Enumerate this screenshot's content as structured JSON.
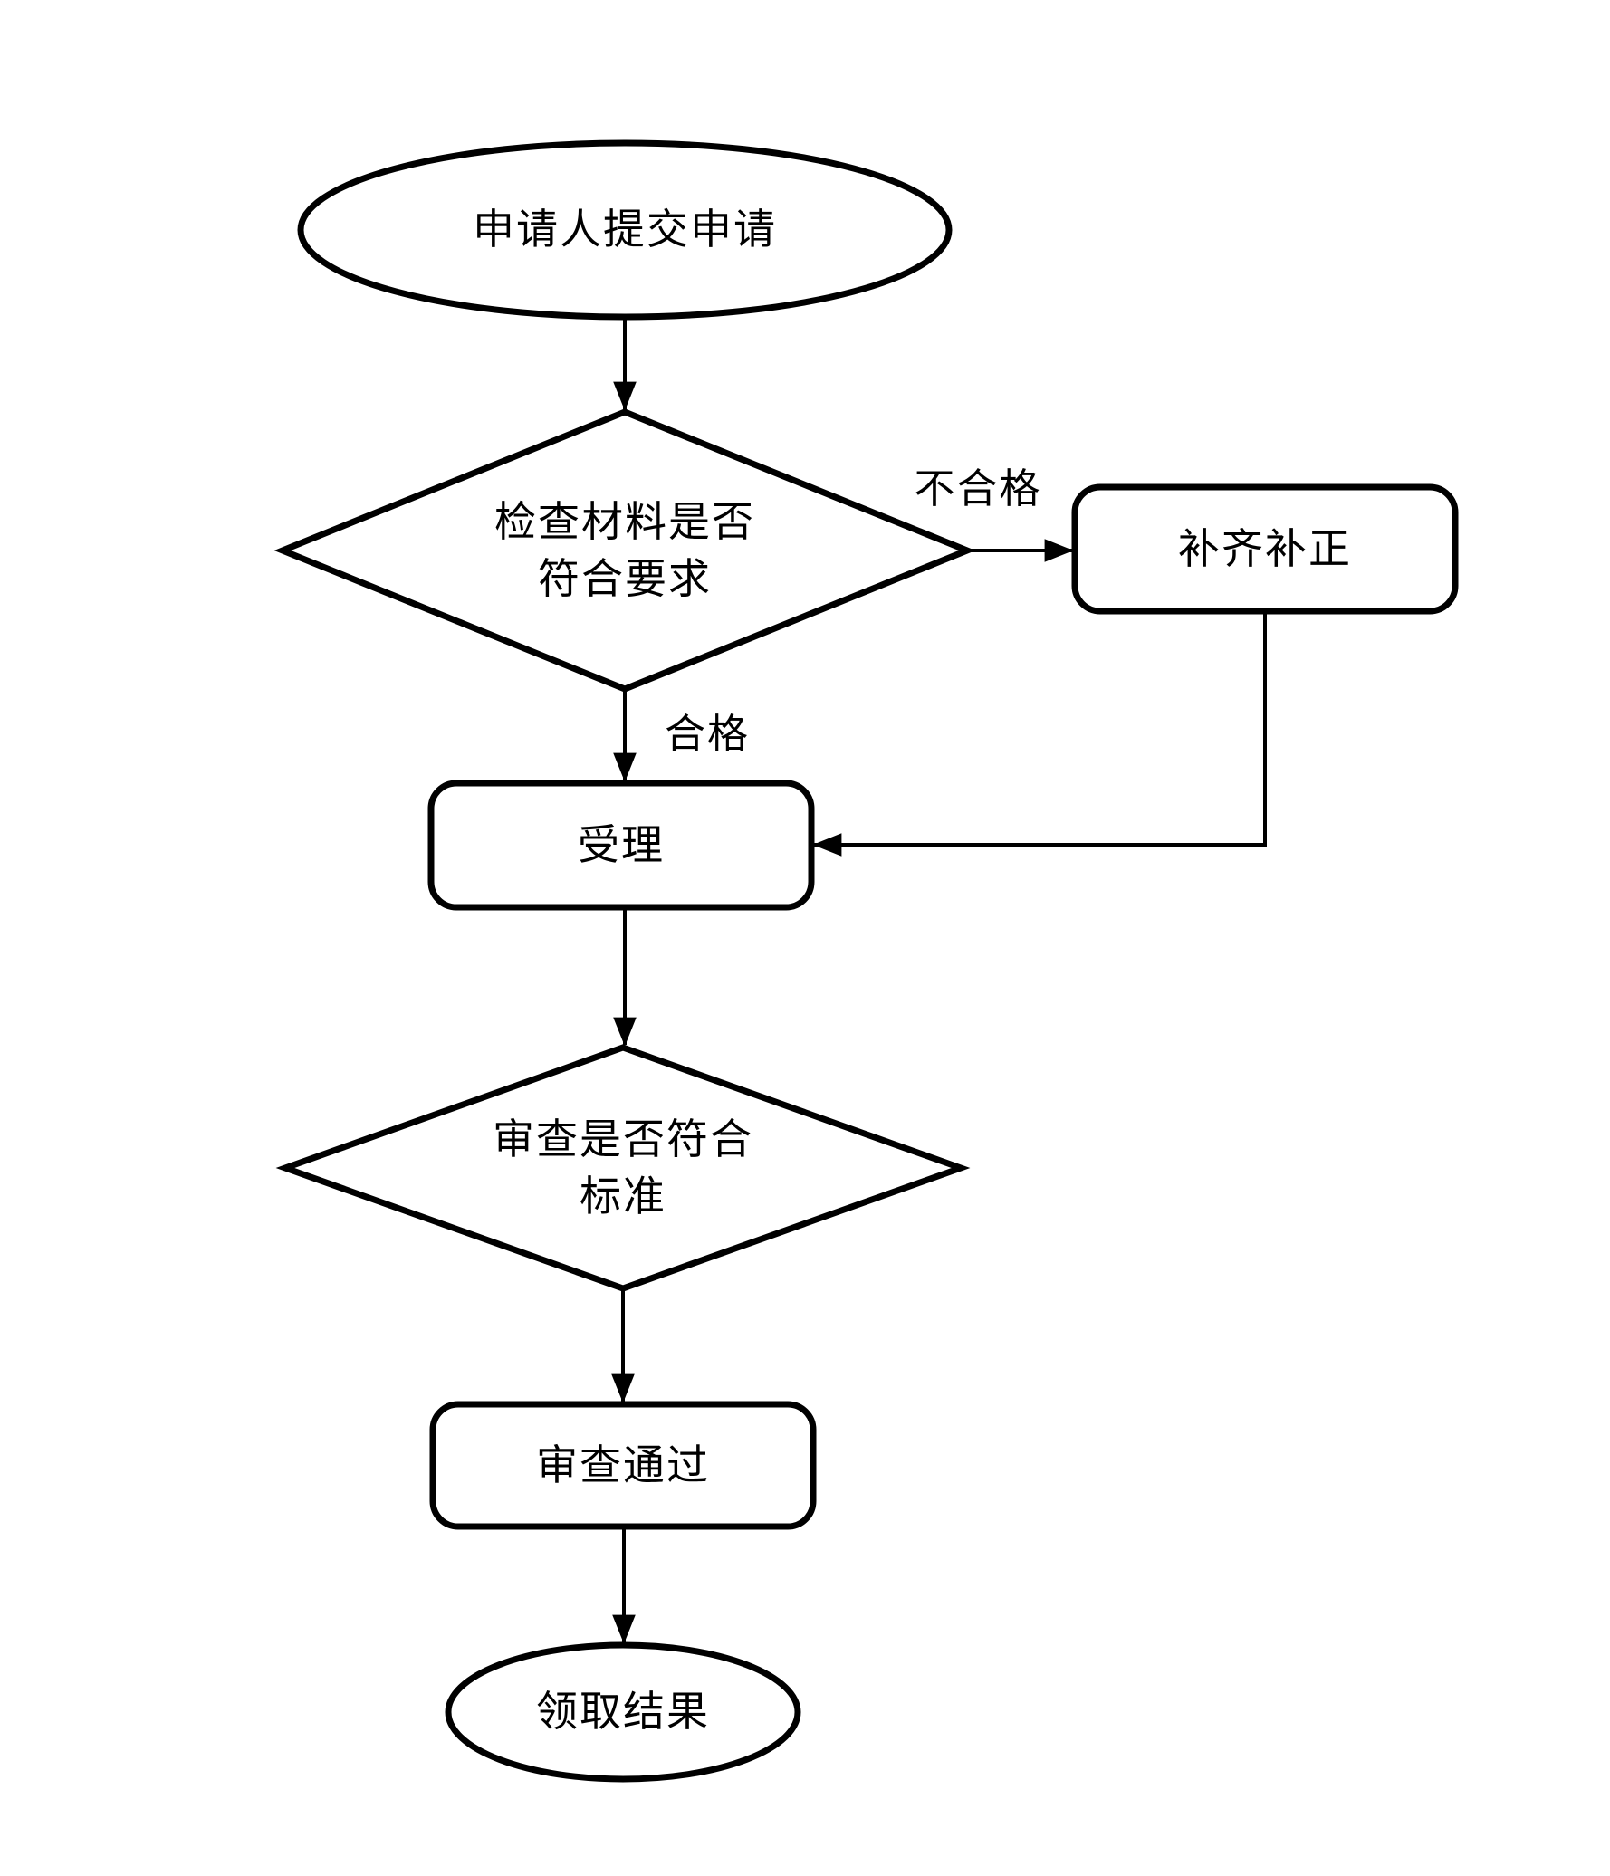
{
  "diagram": {
    "type": "flowchart",
    "background_color": "#ffffff",
    "line_color": "#000000",
    "nodes": {
      "start": {
        "shape": "ellipse",
        "label": "申请人提交申请"
      },
      "check": {
        "shape": "diamond",
        "label": "检查材料是否\n符合要求"
      },
      "supplement": {
        "shape": "rounded-rectangle",
        "label": "补齐补正"
      },
      "accept": {
        "shape": "rounded-rectangle",
        "label": "受理"
      },
      "review": {
        "shape": "diamond",
        "label": "审查是否符合\n标准"
      },
      "review_passed": {
        "shape": "rounded-rectangle",
        "label": "审查通过"
      },
      "end": {
        "shape": "ellipse",
        "label": "领取结果"
      }
    },
    "edge_labels": {
      "unqualified": "不合格",
      "qualified": "合格"
    }
  }
}
